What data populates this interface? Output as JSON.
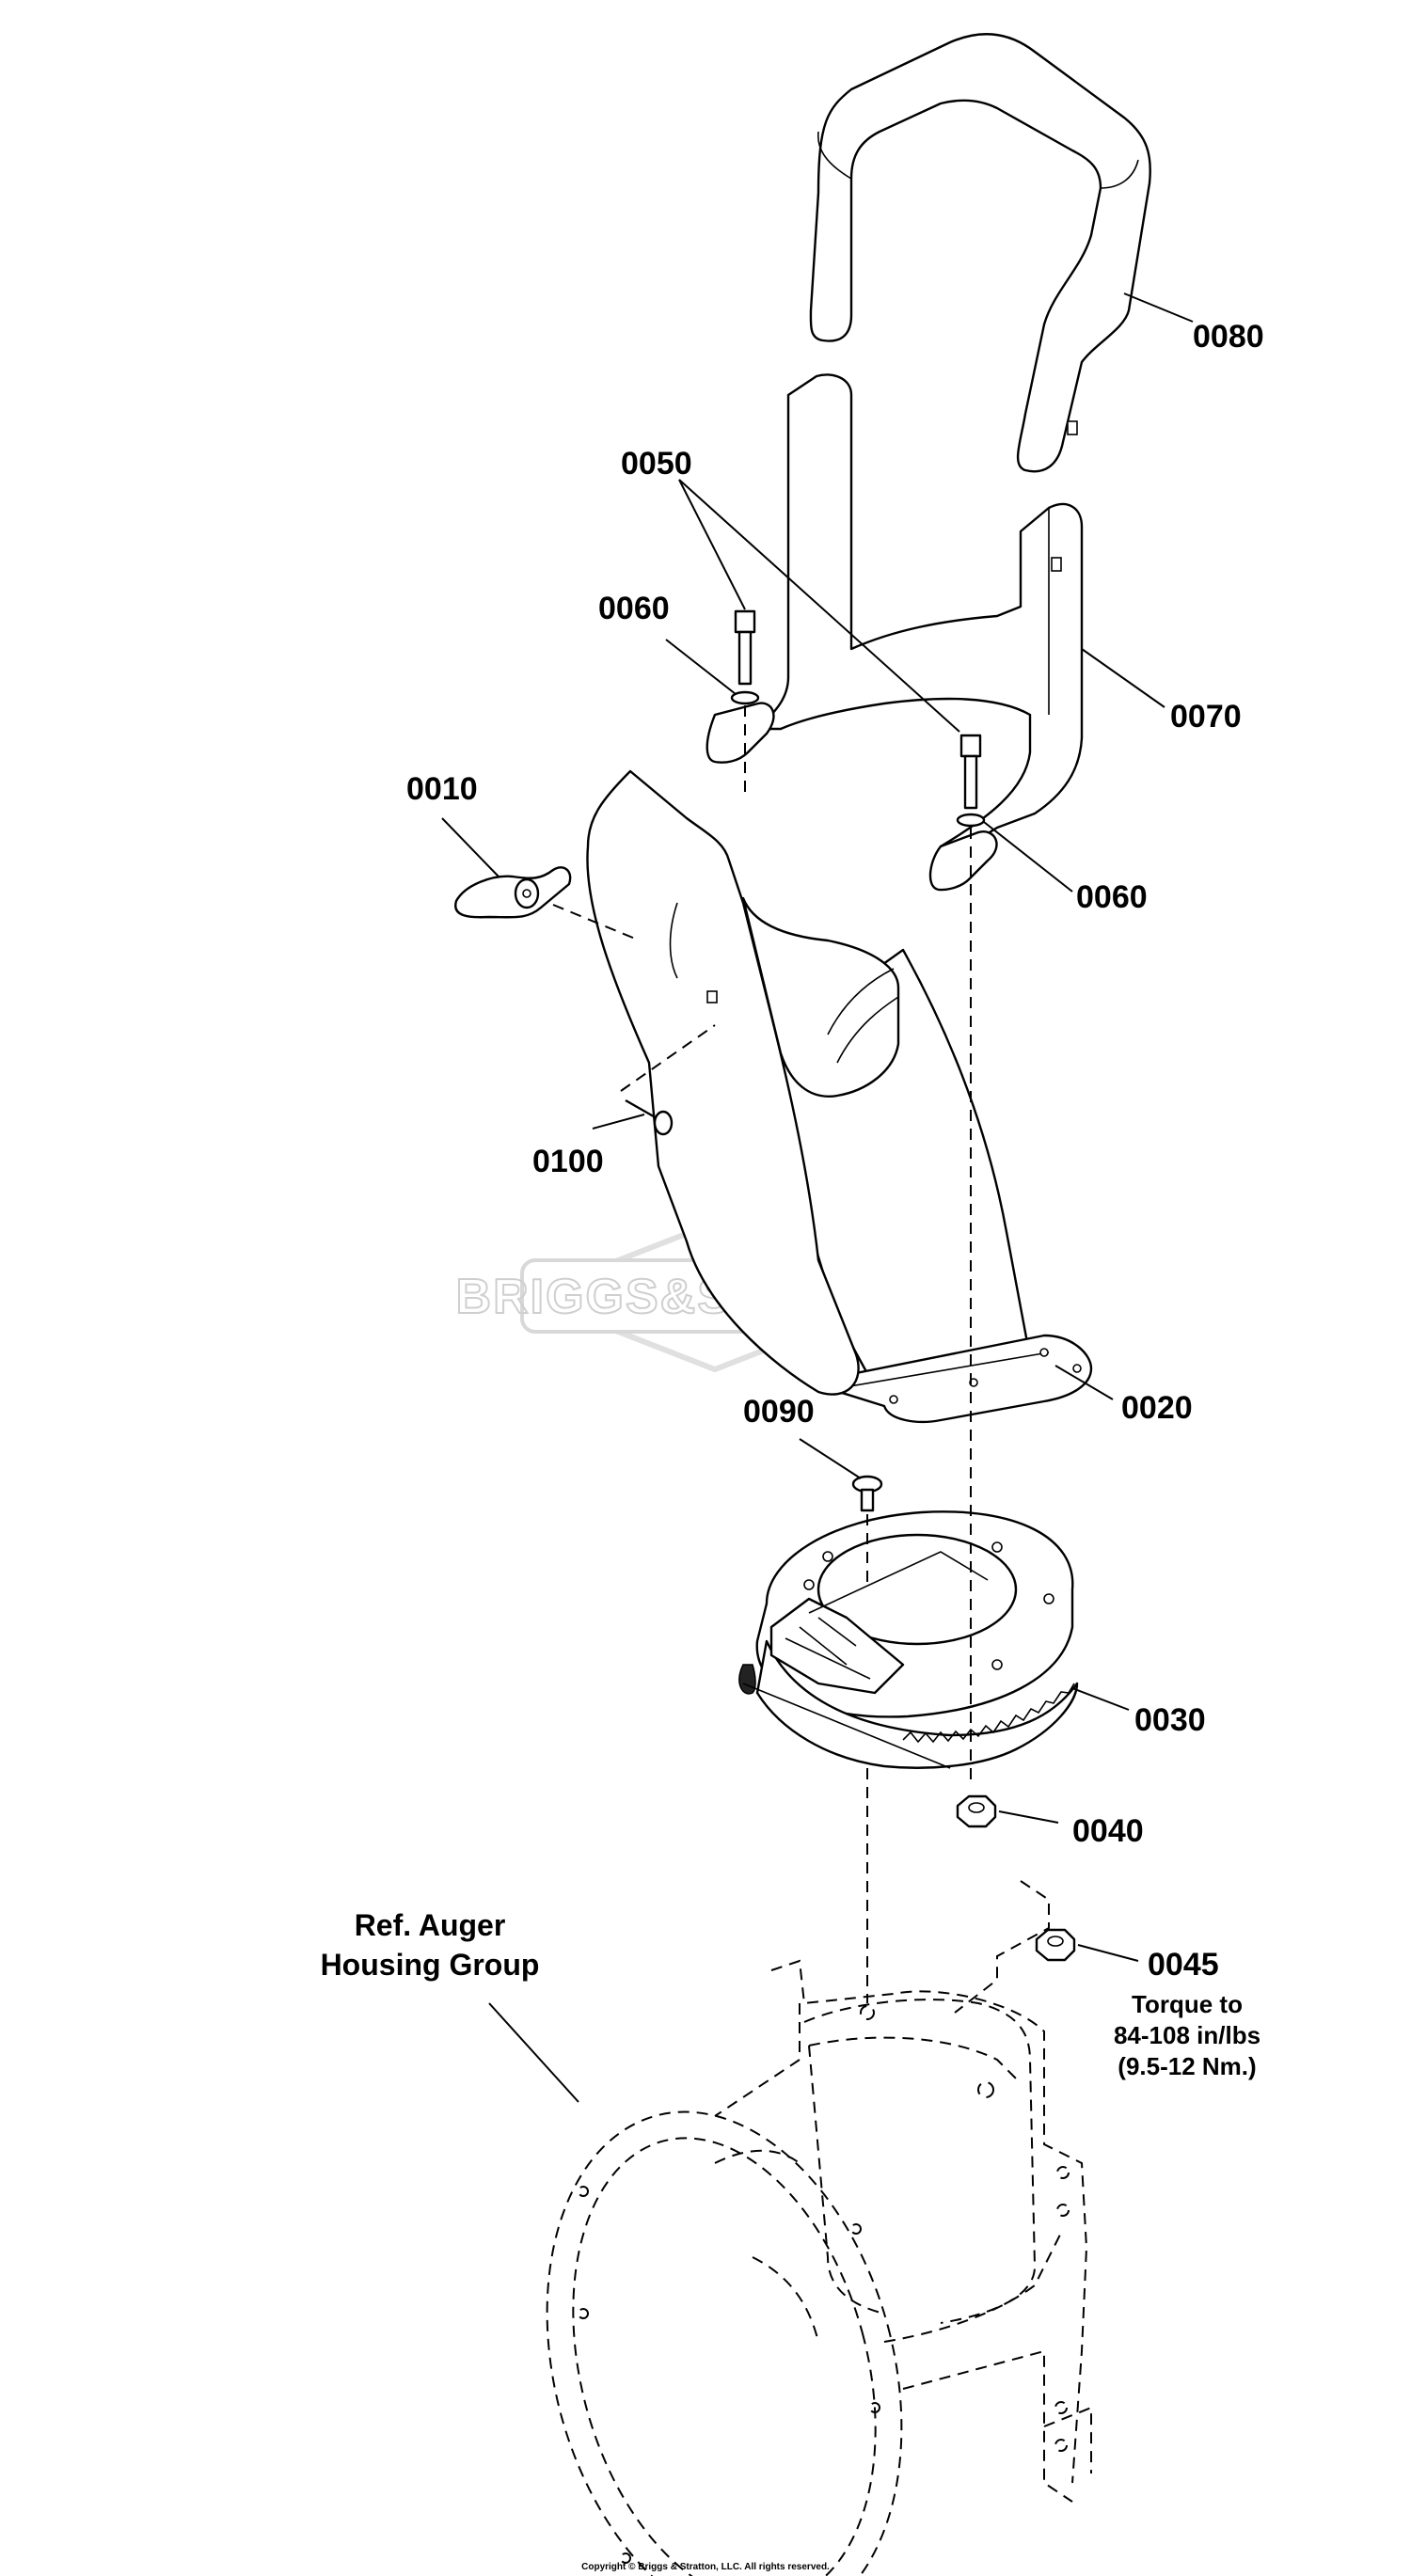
{
  "callouts": {
    "p0080": "0080",
    "p0050": "0050",
    "p0060a": "0060",
    "p0070": "0070",
    "p0010": "0010",
    "p0060b": "0060",
    "p0100": "0100",
    "p0020": "0020",
    "p0090": "0090",
    "p0030": "0030",
    "p0040": "0040",
    "p0045": "0045"
  },
  "reference": {
    "line1": "Ref. Auger",
    "line2": "Housing Group"
  },
  "torque_note": {
    "line1": "Torque to",
    "line2": "84-108 in/lbs",
    "line3": "(9.5-12 Nm.)"
  },
  "watermark": "BRIGGS&STRATTON",
  "copyright": "Copyright © Briggs & Stratton, LLC. All rights reserved.",
  "colors": {
    "ink": "#000000",
    "watermark": "#cfcfcf",
    "background": "#ffffff"
  }
}
